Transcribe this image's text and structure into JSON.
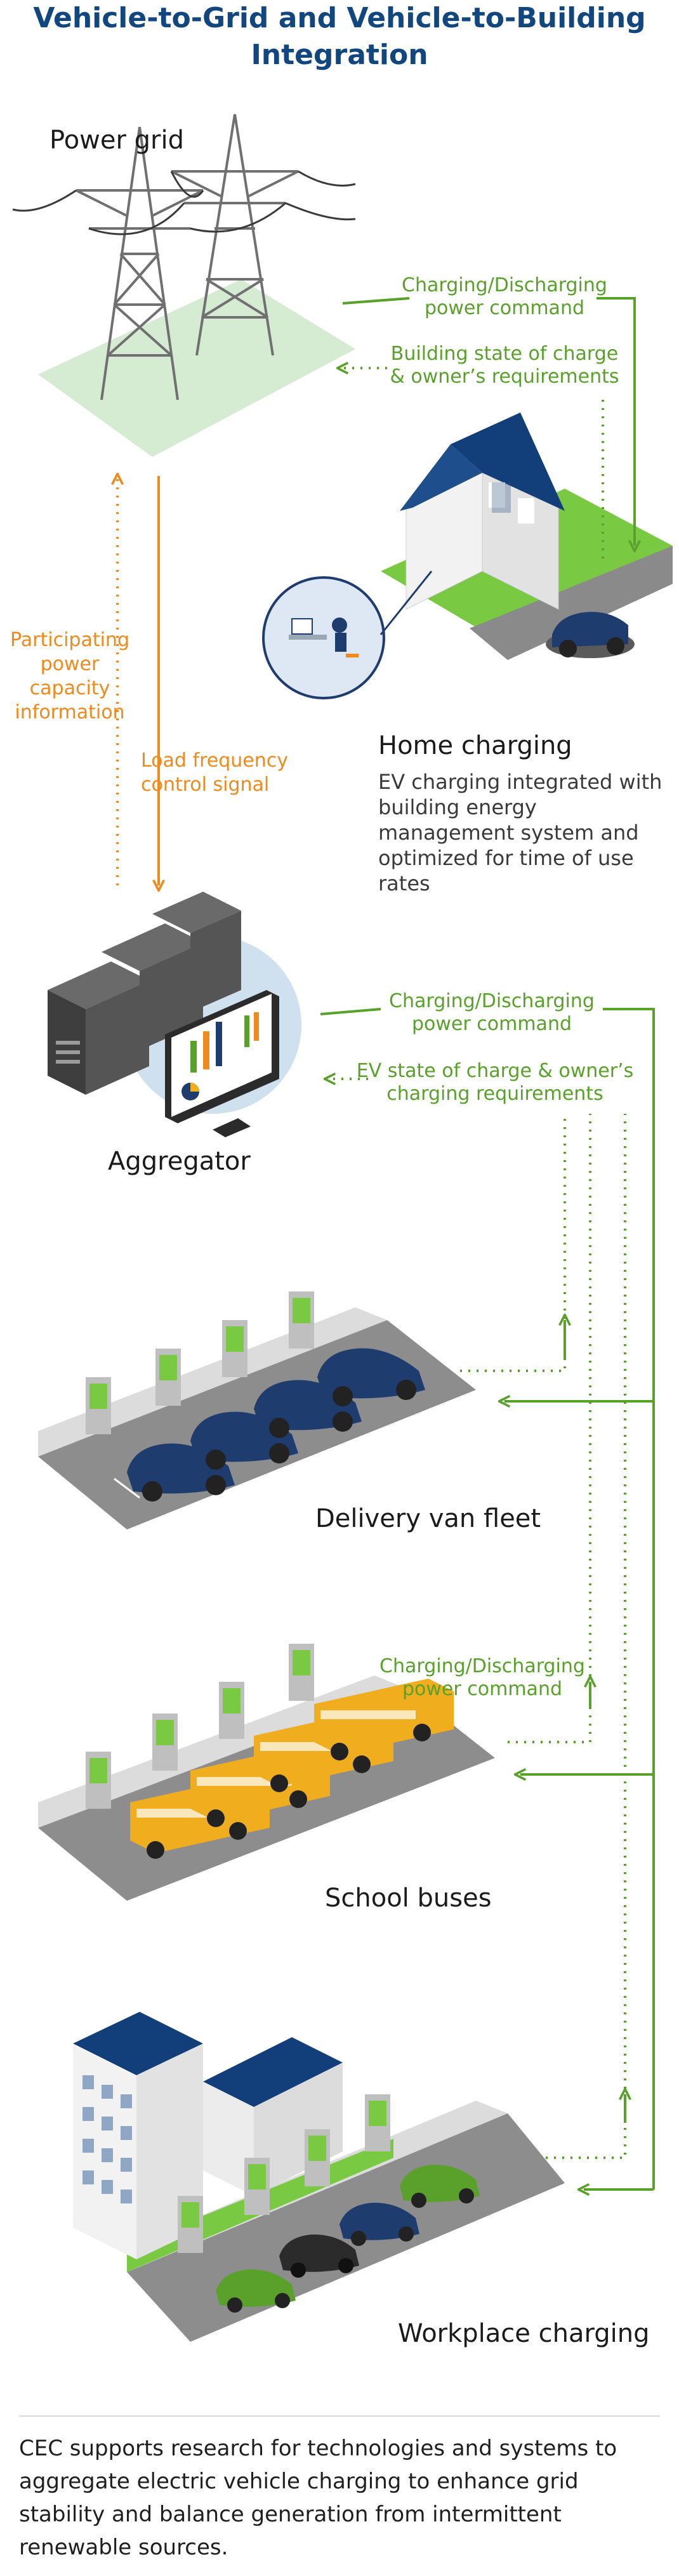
{
  "title": "Vehicle-to-Grid and Vehicle-to-Building Integration",
  "nodes": {
    "power_grid": "Power grid",
    "home_charging": "Home charging",
    "home_description": "EV charging integrated with building energy management system and optimized for time of use rates",
    "aggregator": "Aggregator",
    "delivery_van_fleet": "Delivery van fleet",
    "school_buses": "School buses",
    "workplace_charging": "Workplace charging"
  },
  "flows": {
    "grid_to_home_command": "Charging/Discharging power command",
    "home_to_grid_state": "Building state of charge & owner’s requirements",
    "aggregator_to_grid_capacity": "Participating power capacity information",
    "grid_to_aggregator_signal": "Load frequency control signal",
    "aggregator_to_fleets_command": "Charging/Discharging power command",
    "fleets_to_aggregator_state": "EV state of charge & owner’s charging requirements",
    "school_bus_command": "Charging/Discharging power command"
  },
  "footer": "CEC supports research for technologies and systems to aggregate electric vehicle charging to enhance grid stability and balance generation from intermittent renewable sources.",
  "colors": {
    "title": "#12467f",
    "green": "#5aa12c",
    "orange": "#f08a1c",
    "navy": "#1f3c6e",
    "bus_yellow": "#f0ad1e"
  }
}
